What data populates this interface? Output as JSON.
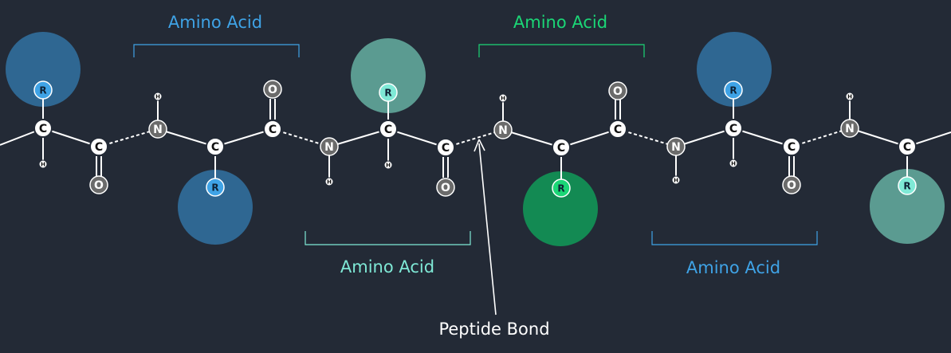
{
  "colors": {
    "background": "#232a36",
    "blue": "#3fa3e6",
    "blue_circle": "#2f6792",
    "teal": "#7fe9d6",
    "teal_circle": "#5b9b91",
    "green": "#1bd676",
    "green_circle": "#138a53",
    "atom_fill": "#ffffff",
    "n_fill": "#6b6b6b",
    "o_fill": "#6b6b6b",
    "bond": "#ffffff",
    "arrow": "#ffffff"
  },
  "atoms": {
    "carbon": "C",
    "nitrogen": "N",
    "oxygen": "O",
    "hydrogen": "H",
    "r_group": "R"
  },
  "labels": {
    "amino_acid_1": "Amino Acid",
    "amino_acid_2": "Amino Acid",
    "amino_acid_3": "Amino Acid",
    "amino_acid_4": "Amino Acid",
    "peptide_bond": "Peptide Bond"
  }
}
